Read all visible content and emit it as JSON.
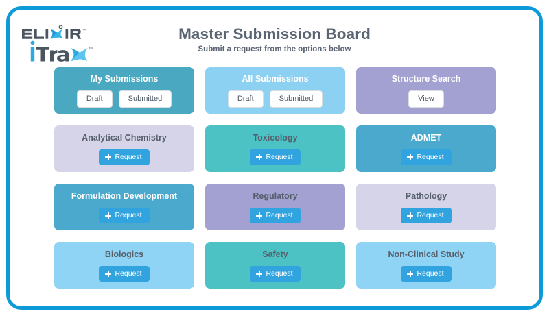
{
  "colors": {
    "frame_border": "#0c9ad8",
    "request_button": "#31a4e0",
    "teal": "#4aa9c0",
    "light_blue": "#8cd0f2",
    "purple": "#a3a0d2",
    "lavender": "#d6d4e8",
    "teal_bright": "#4cc2c4",
    "blue_mid": "#4aa9cc",
    "sky": "#8fd3f5",
    "title_text": "#5a6472"
  },
  "logo": {
    "top_word": "ELIXIR",
    "bottom_word": "iTraX",
    "name": "elixir-itrax-logo"
  },
  "header": {
    "title": "Master Submission Board",
    "subtitle": "Submit a request from the options below"
  },
  "cards": [
    {
      "id": "my-submissions",
      "title": "My Submissions",
      "bg": "#4aa9c0",
      "title_color": "light",
      "buttons": [
        {
          "label": "Draft",
          "style": "white",
          "name": "my-submissions-draft-button"
        },
        {
          "label": "Submitted",
          "style": "white",
          "name": "my-submissions-submitted-button"
        }
      ]
    },
    {
      "id": "all-submissions",
      "title": "All Submissions",
      "bg": "#8cd0f2",
      "title_color": "light",
      "buttons": [
        {
          "label": "Draft",
          "style": "white",
          "name": "all-submissions-draft-button"
        },
        {
          "label": "Submitted",
          "style": "white",
          "name": "all-submissions-submitted-button"
        }
      ]
    },
    {
      "id": "structure-search",
      "title": "Structure Search",
      "bg": "#a3a0d2",
      "title_color": "light",
      "buttons": [
        {
          "label": "View",
          "style": "white",
          "name": "structure-search-view-button"
        }
      ]
    },
    {
      "id": "analytical-chemistry",
      "title": "Analytical Chemistry",
      "bg": "#d6d4e8",
      "title_color": "dark",
      "buttons": [
        {
          "label": "Request",
          "style": "request",
          "name": "analytical-chemistry-request-button"
        }
      ]
    },
    {
      "id": "toxicology",
      "title": "Toxicology",
      "bg": "#4cc2c4",
      "title_color": "dark",
      "buttons": [
        {
          "label": "Request",
          "style": "request",
          "name": "toxicology-request-button"
        }
      ]
    },
    {
      "id": "admet",
      "title": "ADMET",
      "bg": "#4aa9cc",
      "title_color": "light",
      "buttons": [
        {
          "label": "Request",
          "style": "request",
          "name": "admet-request-button"
        }
      ]
    },
    {
      "id": "formulation-development",
      "title": "Formulation Development",
      "bg": "#4aa9cc",
      "title_color": "light",
      "buttons": [
        {
          "label": "Request",
          "style": "request",
          "name": "formulation-development-request-button"
        }
      ]
    },
    {
      "id": "regulatory",
      "title": "Regulatory",
      "bg": "#a3a0d2",
      "title_color": "dark",
      "buttons": [
        {
          "label": "Request",
          "style": "request",
          "name": "regulatory-request-button"
        }
      ]
    },
    {
      "id": "pathology",
      "title": "Pathology",
      "bg": "#d6d4e8",
      "title_color": "dark",
      "buttons": [
        {
          "label": "Request",
          "style": "request",
          "name": "pathology-request-button"
        }
      ]
    },
    {
      "id": "biologics",
      "title": "Biologics",
      "bg": "#8fd3f5",
      "title_color": "dark",
      "buttons": [
        {
          "label": "Request",
          "style": "request",
          "name": "biologics-request-button"
        }
      ]
    },
    {
      "id": "safety",
      "title": "Safety",
      "bg": "#4cc2c4",
      "title_color": "dark",
      "buttons": [
        {
          "label": "Request",
          "style": "request",
          "name": "safety-request-button"
        }
      ]
    },
    {
      "id": "non-clinical-study",
      "title": "Non-Clinical Study",
      "bg": "#8fd3f5",
      "title_color": "dark",
      "buttons": [
        {
          "label": "Request",
          "style": "request",
          "name": "non-clinical-study-request-button"
        }
      ]
    }
  ]
}
